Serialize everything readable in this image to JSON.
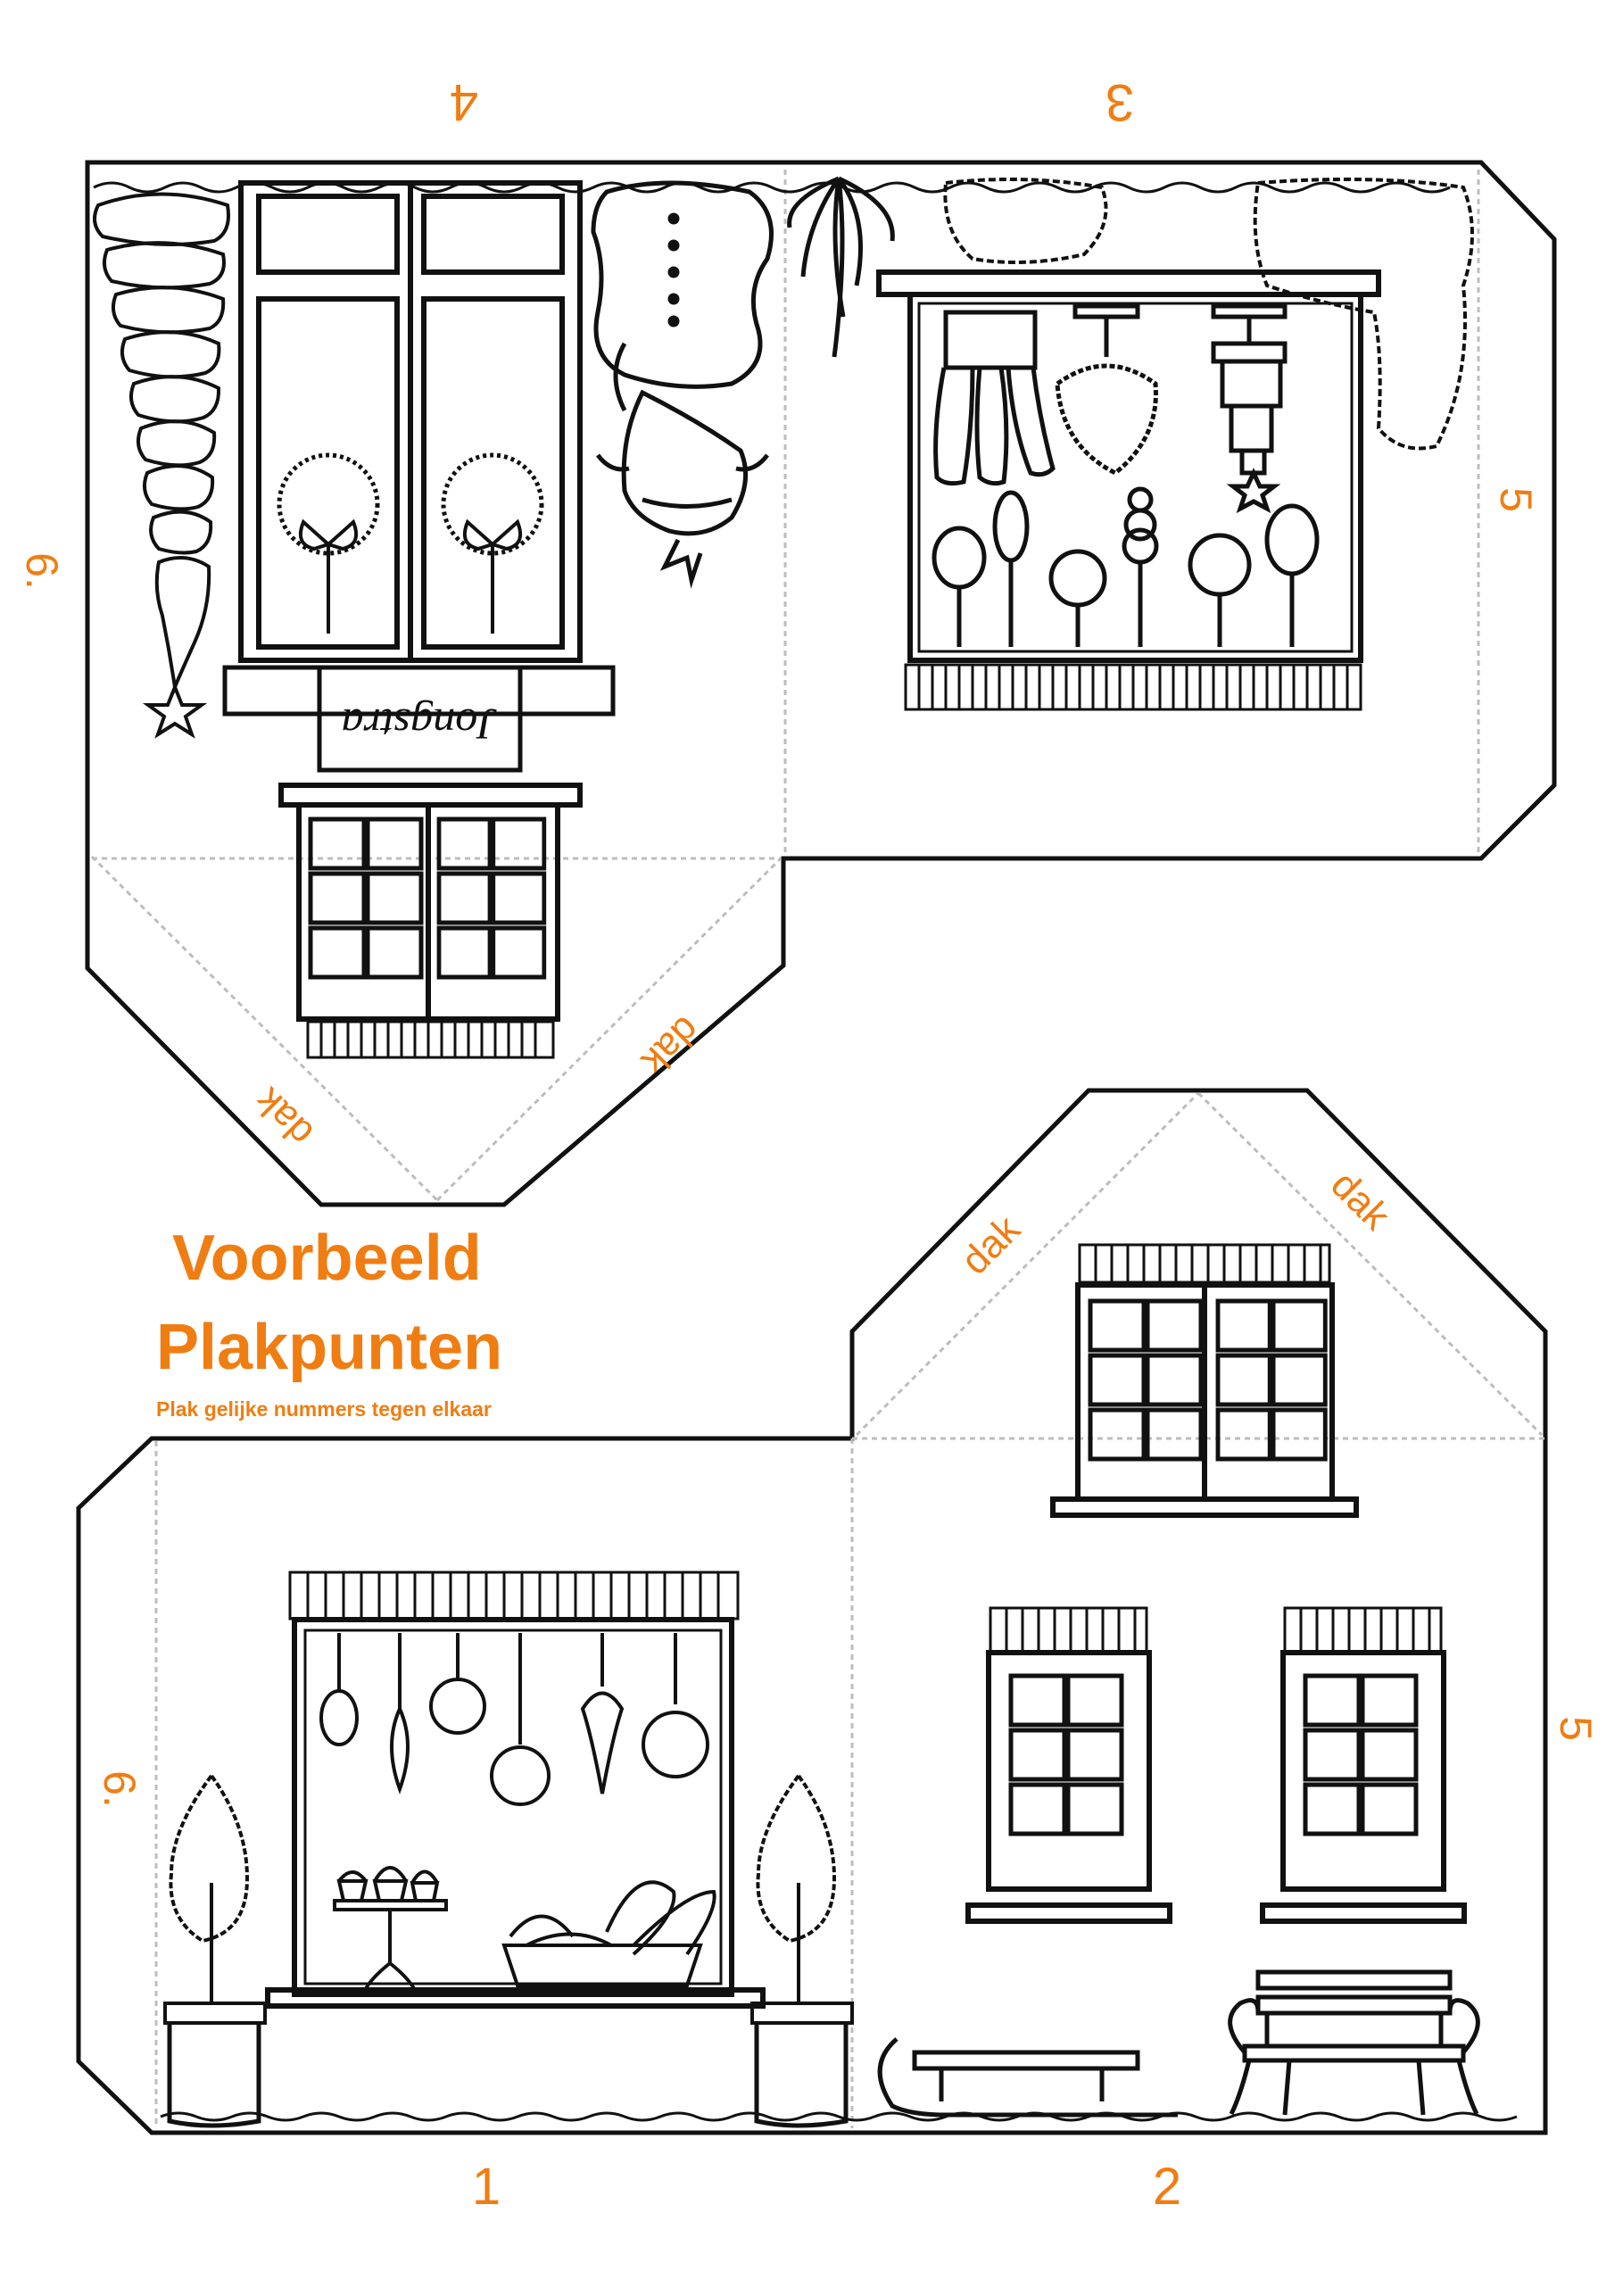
{
  "colors": {
    "accent": "#f07d12",
    "line": "#111111",
    "fold": "#bdbdbd"
  },
  "labels": {
    "top_number_left": "4",
    "top_number_right": "3",
    "top_left_side": "6.",
    "top_right_side": "5",
    "top_sign": "Jongstra",
    "top_dak_left": "dak",
    "top_dak_right": "dak",
    "bottom_dak_left": "dak",
    "bottom_dak_right": "dak",
    "bottom_left_side": "6.",
    "bottom_right_side": "5",
    "bottom_number_left": "1",
    "bottom_number_right": "2"
  },
  "info": {
    "title_line1": "Voorbeeld",
    "title_line2": "Plakpunten",
    "subtitle": "Plak gelijke nummers tegen elkaar"
  },
  "icons": [
    "cone-tree-icon",
    "wreath-icon",
    "snowman-icon",
    "plant-icon",
    "bush-icon",
    "sausage-icon",
    "lamp-icon",
    "lollipop-icon",
    "bauble-icon",
    "cupcake-icon",
    "bread-icon",
    "potted-tree-icon",
    "sled-icon",
    "bench-icon"
  ]
}
